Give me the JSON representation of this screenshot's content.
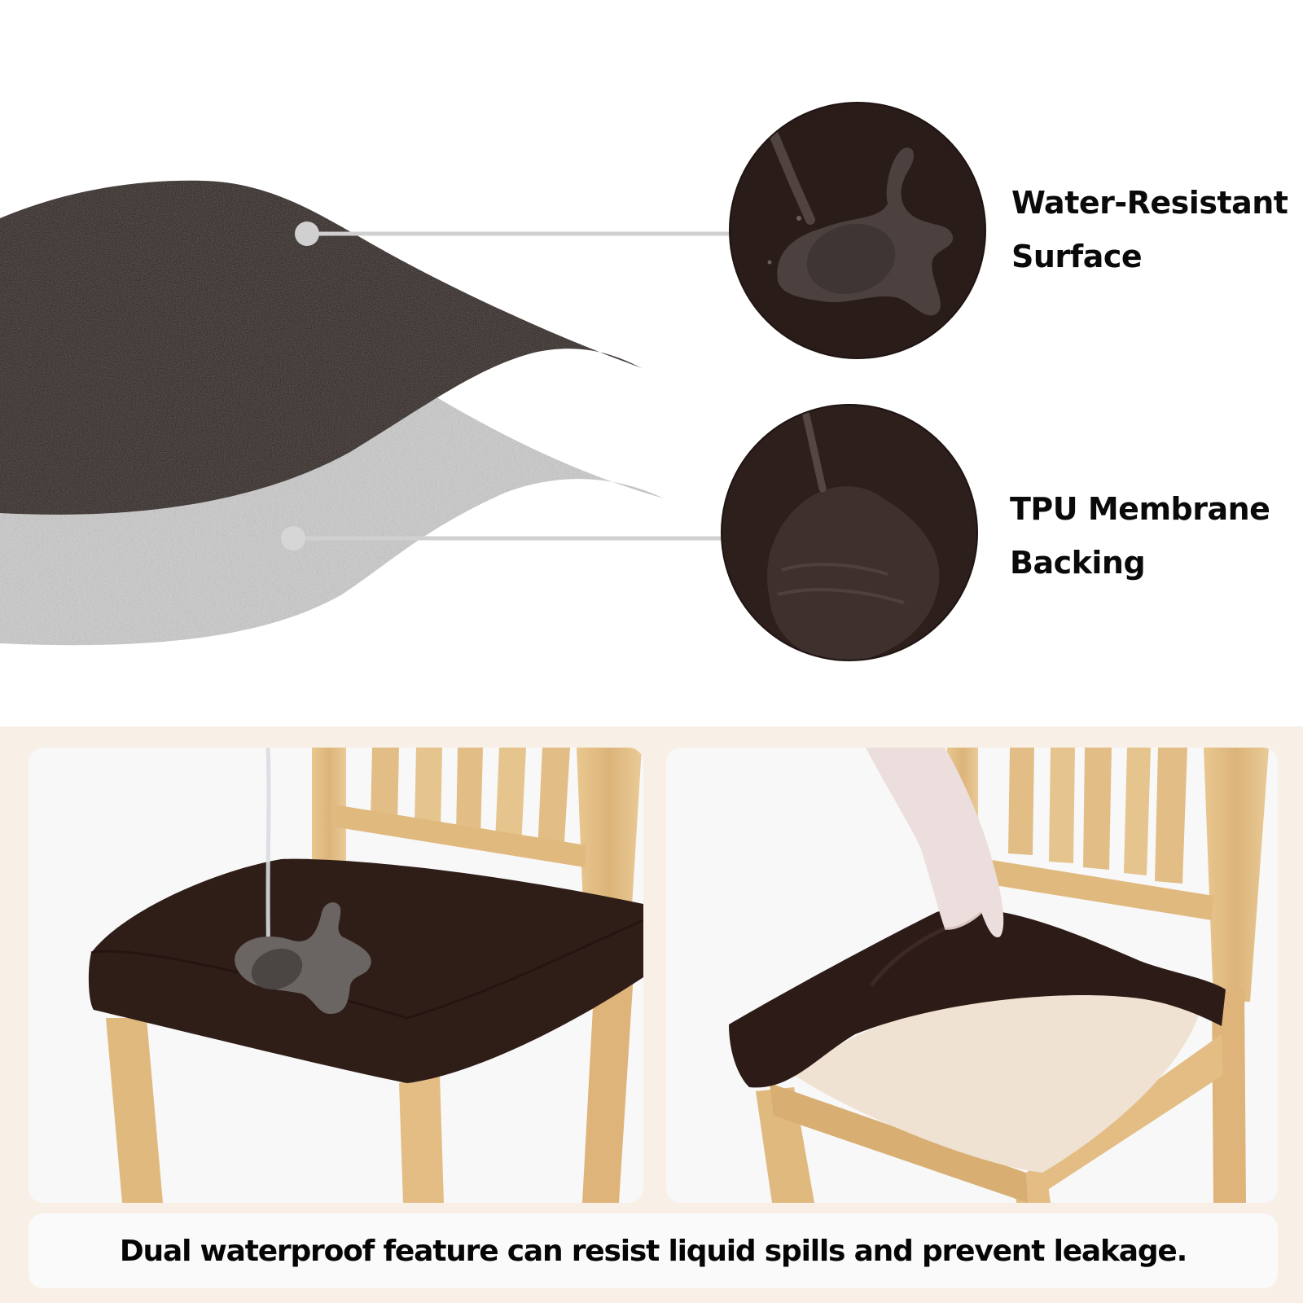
{
  "features": [
    {
      "id": "water-resistant",
      "label_lines": [
        "Water-Resistant",
        "Surface"
      ],
      "layer": "outer fabric",
      "layer_color": "#2a1a17"
    },
    {
      "id": "tpu-membrane",
      "label_lines": [
        "TPU Membrane",
        "Backing"
      ],
      "layer": "inner membrane",
      "layer_color": "#c9c9c9"
    }
  ],
  "caption": "Dual waterproof feature can resist liquid spills and prevent leakage.",
  "colors": {
    "cover_brown": "#2a1a17",
    "membrane_gray": "#c9c9c9",
    "connector_gray": "#d0d0d0",
    "wood": "#e2bd86",
    "band_beige": "#f8efe6",
    "panel_bg": "#f8f8f8",
    "seat_fabric": "#efe2d2"
  },
  "panels": [
    {
      "name": "chair-with-spill",
      "description": "Chair seat with brown cover and water puddle beading on the surface"
    },
    {
      "name": "chair-cover-removal",
      "description": "Hand pulling brown cover off the beige fabric chair seat"
    }
  ]
}
